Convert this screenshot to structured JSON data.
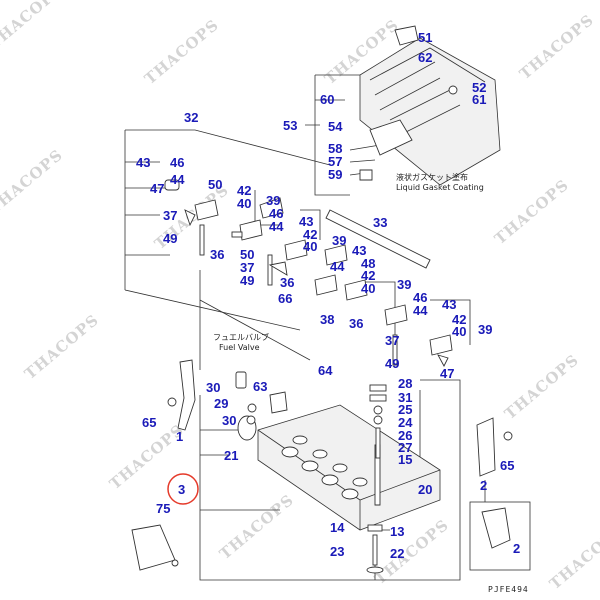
{
  "watermark": "THACOPS",
  "figure_code": "PJFE494",
  "notes": {
    "gasket_jp": "液状ガスケット塗布",
    "gasket_en": "Liquid Gasket Coating",
    "fuel_valve_jp": "フュエルバルブ",
    "fuel_valve_en": "Fuel Valve"
  },
  "callouts": [
    {
      "id": "c51",
      "label": "51"
    },
    {
      "id": "c62",
      "label": "62"
    },
    {
      "id": "c52",
      "label": "52"
    },
    {
      "id": "c61",
      "label": "61"
    },
    {
      "id": "c60",
      "label": "60"
    },
    {
      "id": "c53",
      "label": "53"
    },
    {
      "id": "c54",
      "label": "54"
    },
    {
      "id": "c58",
      "label": "58"
    },
    {
      "id": "c57",
      "label": "57"
    },
    {
      "id": "c59",
      "label": "59"
    },
    {
      "id": "c32",
      "label": "32"
    },
    {
      "id": "c43a",
      "label": "43"
    },
    {
      "id": "c46a",
      "label": "46"
    },
    {
      "id": "c44a",
      "label": "44"
    },
    {
      "id": "c47a",
      "label": "47"
    },
    {
      "id": "c50a",
      "label": "50"
    },
    {
      "id": "c42a",
      "label": "42"
    },
    {
      "id": "c40a",
      "label": "40"
    },
    {
      "id": "c39a",
      "label": "39"
    },
    {
      "id": "c37a",
      "label": "37"
    },
    {
      "id": "c46b",
      "label": "46"
    },
    {
      "id": "c44b",
      "label": "44"
    },
    {
      "id": "c43b",
      "label": "43"
    },
    {
      "id": "c33",
      "label": "33"
    },
    {
      "id": "c42b",
      "label": "42"
    },
    {
      "id": "c40b",
      "label": "40"
    },
    {
      "id": "c39b",
      "label": "39"
    },
    {
      "id": "c49a",
      "label": "49"
    },
    {
      "id": "c36a",
      "label": "36"
    },
    {
      "id": "c50b",
      "label": "50"
    },
    {
      "id": "c37b",
      "label": "37"
    },
    {
      "id": "c43c",
      "label": "43"
    },
    {
      "id": "c44c",
      "label": "44"
    },
    {
      "id": "c48",
      "label": "48"
    },
    {
      "id": "c42c",
      "label": "42"
    },
    {
      "id": "c49b",
      "label": "49"
    },
    {
      "id": "c36b",
      "label": "36"
    },
    {
      "id": "c40c",
      "label": "40"
    },
    {
      "id": "c39c",
      "label": "39"
    },
    {
      "id": "c66",
      "label": "66"
    },
    {
      "id": "c38",
      "label": "38"
    },
    {
      "id": "c36c",
      "label": "36"
    },
    {
      "id": "c46c",
      "label": "46"
    },
    {
      "id": "c43d",
      "label": "43"
    },
    {
      "id": "c44d",
      "label": "44"
    },
    {
      "id": "c42d",
      "label": "42"
    },
    {
      "id": "c40d",
      "label": "40"
    },
    {
      "id": "c39d",
      "label": "39"
    },
    {
      "id": "c37c",
      "label": "37"
    },
    {
      "id": "c49c",
      "label": "49"
    },
    {
      "id": "c47b",
      "label": "47"
    },
    {
      "id": "c64",
      "label": "64"
    },
    {
      "id": "c28",
      "label": "28"
    },
    {
      "id": "c30a",
      "label": "30"
    },
    {
      "id": "c63",
      "label": "63"
    },
    {
      "id": "c31",
      "label": "31"
    },
    {
      "id": "c65a",
      "label": "65"
    },
    {
      "id": "c29",
      "label": "29"
    },
    {
      "id": "c25",
      "label": "25"
    },
    {
      "id": "c30b",
      "label": "30"
    },
    {
      "id": "c24",
      "label": "24"
    },
    {
      "id": "c1a",
      "label": "1"
    },
    {
      "id": "c26",
      "label": "26"
    },
    {
      "id": "c27",
      "label": "27"
    },
    {
      "id": "c21",
      "label": "21"
    },
    {
      "id": "c15",
      "label": "15"
    },
    {
      "id": "c65b",
      "label": "65"
    },
    {
      "id": "c3",
      "label": "3"
    },
    {
      "id": "c20",
      "label": "20"
    },
    {
      "id": "c2a",
      "label": "2"
    },
    {
      "id": "c75",
      "label": "75"
    },
    {
      "id": "c14",
      "label": "14"
    },
    {
      "id": "c13",
      "label": "13"
    },
    {
      "id": "c23",
      "label": "23"
    },
    {
      "id": "c22",
      "label": "22"
    },
    {
      "id": "c2b",
      "label": "2"
    }
  ]
}
